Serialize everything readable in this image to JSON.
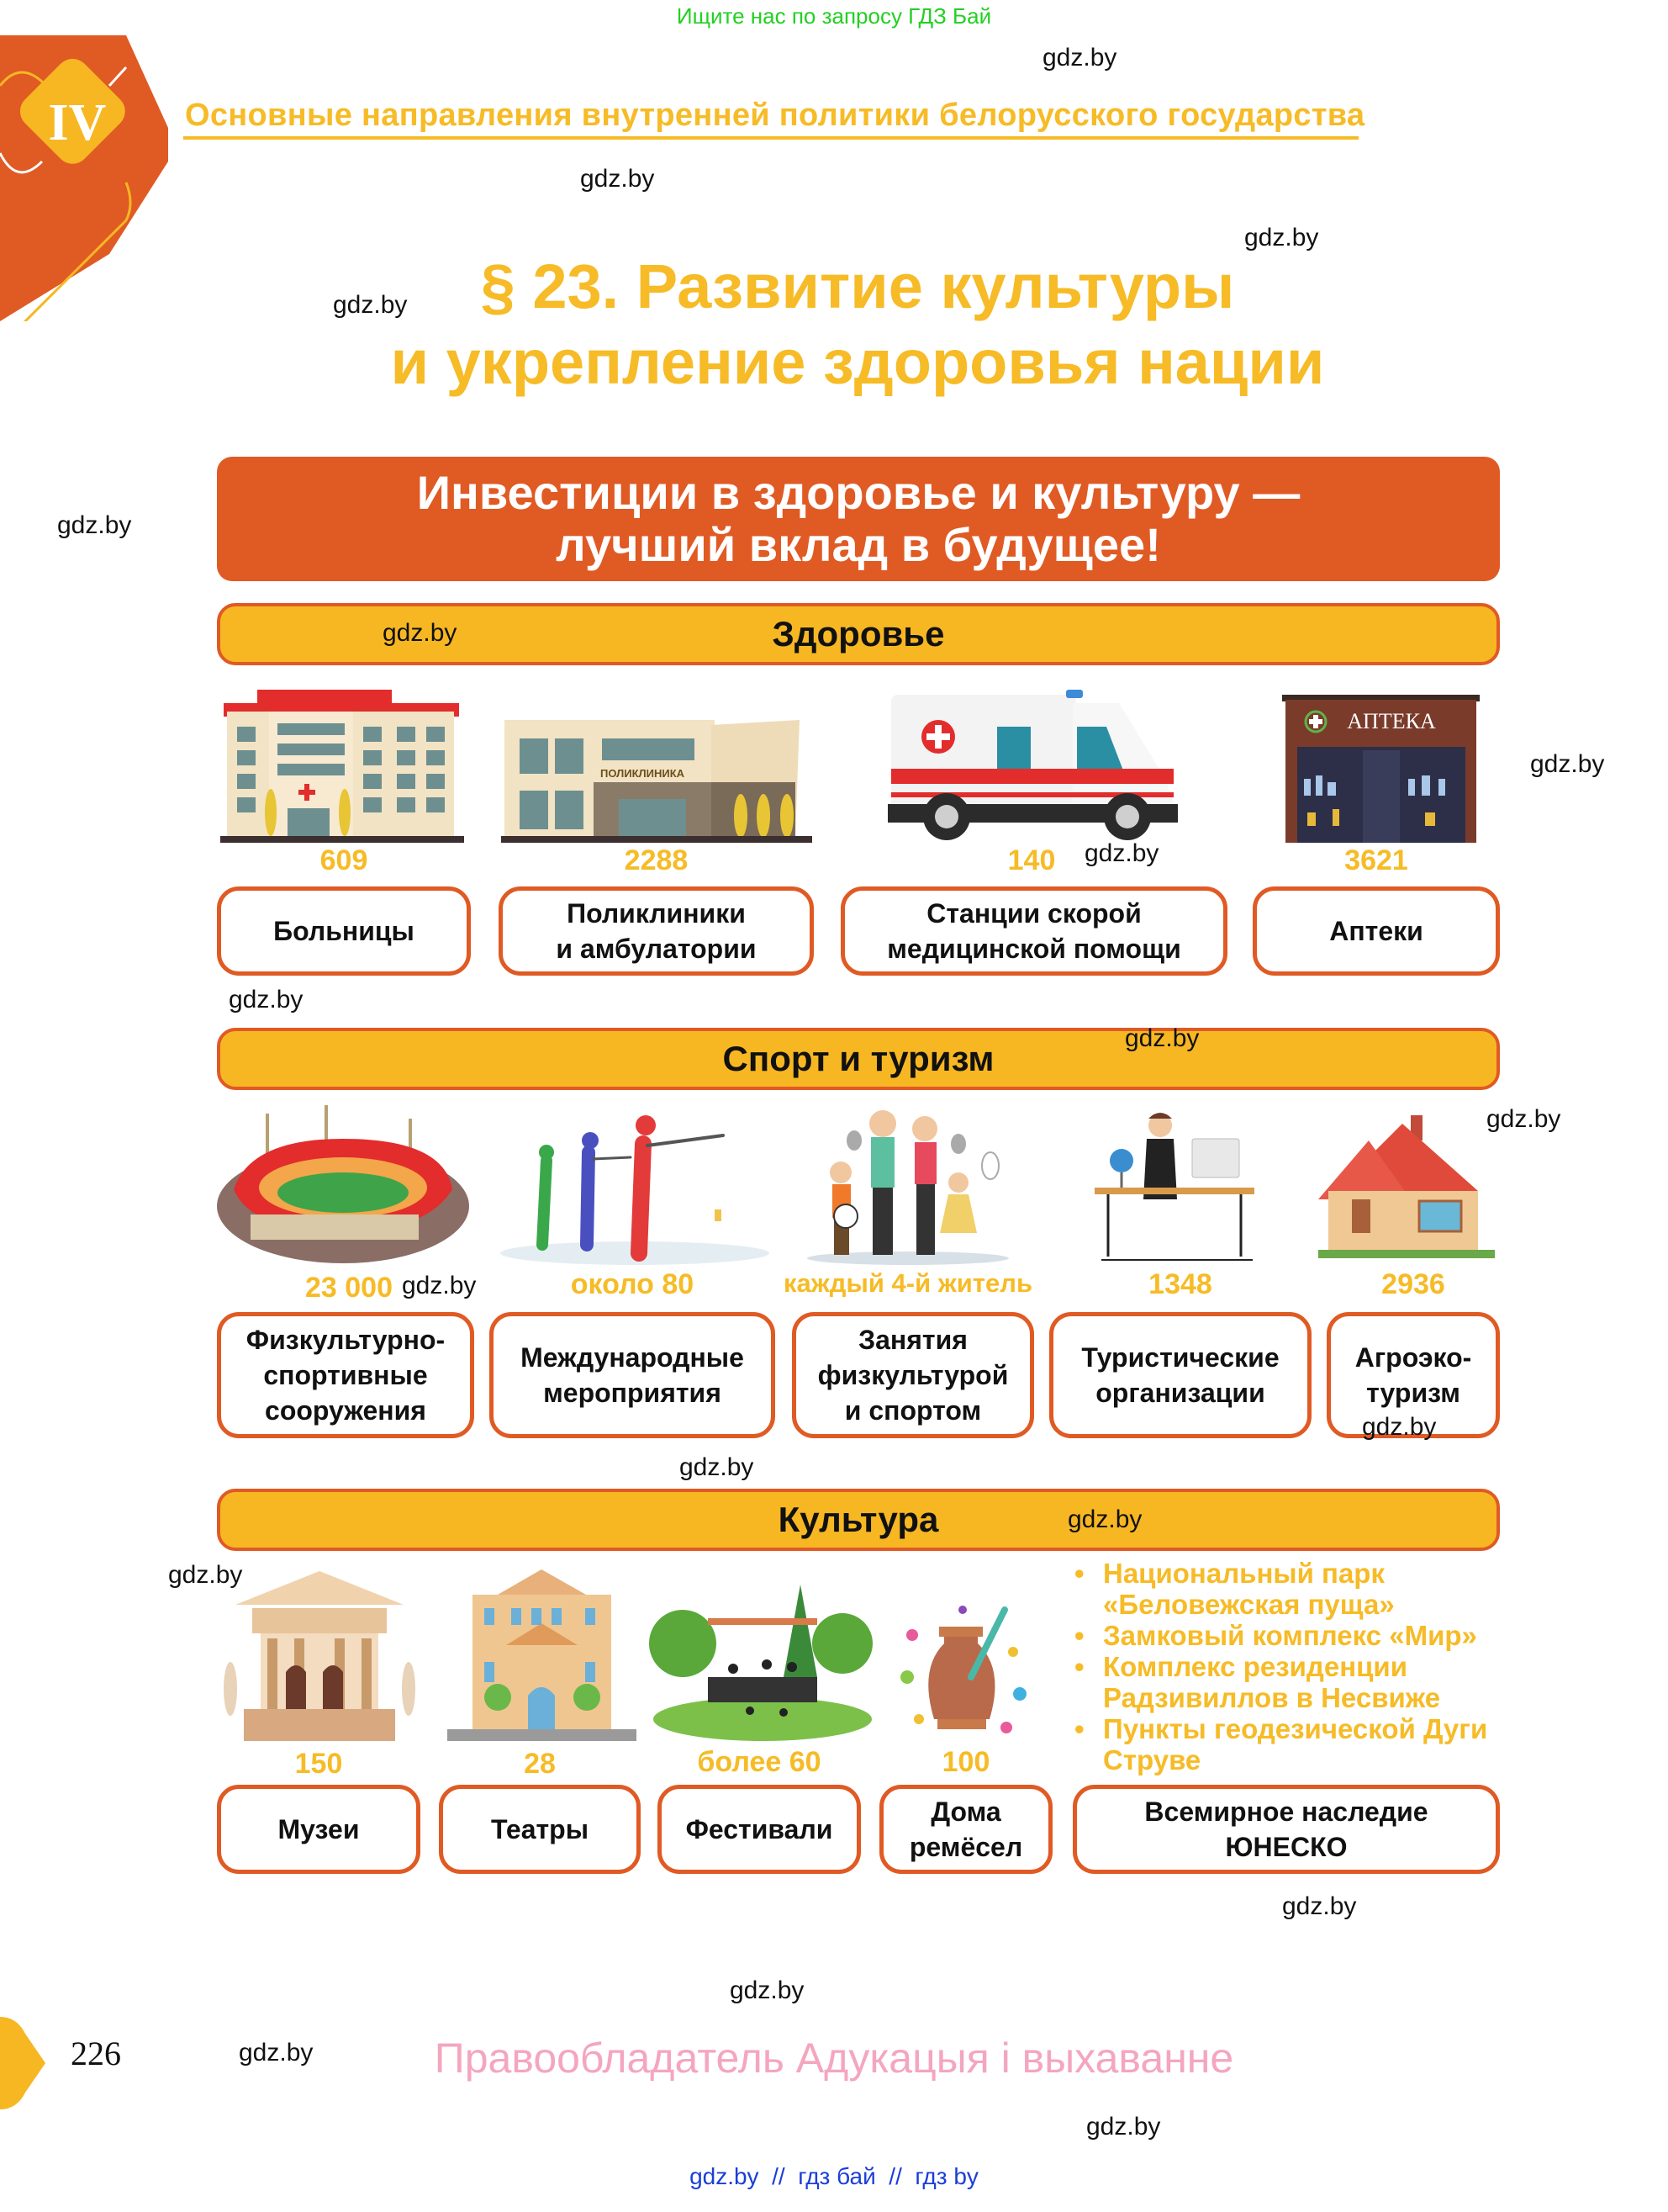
{
  "top_promo": "Ищите нас по запросу ГДЗ Бай",
  "chapter": {
    "numeral": "IV",
    "title": "Основные направления внутренней политики белорусского государства"
  },
  "page_title": {
    "line1": "§ 23. Развитие культуры",
    "line2": "и укрепление здоровья нации"
  },
  "banner": {
    "line1": "Инвестиции в здоровье и культуру —",
    "line2": "лучший вклад в будущее!"
  },
  "sections": {
    "health": {
      "title": "Здоровье",
      "items": [
        {
          "icon": "hospital-icon",
          "value": "609",
          "label1": "Больницы",
          "label2": ""
        },
        {
          "icon": "polyclinic-icon",
          "value": "2288",
          "label1": "Поликлиники",
          "label2": "и амбулатории",
          "sign": "ПОЛИКЛИНИКА"
        },
        {
          "icon": "ambulance-icon",
          "value": "140",
          "label1": "Станции скорой",
          "label2": "медицинской помощи"
        },
        {
          "icon": "pharmacy-icon",
          "value": "3621",
          "label1": "Аптеки",
          "label2": "",
          "sign": "АПТЕКА"
        }
      ]
    },
    "sport": {
      "title": "Спорт и туризм",
      "items": [
        {
          "icon": "stadium-icon",
          "value": "23 000",
          "label1": "Физкультурно-",
          "label2": "спортивные",
          "label3": "сооружения"
        },
        {
          "icon": "biathletes-icon",
          "value": "около 80",
          "label1": "Международные",
          "label2": "мероприятия"
        },
        {
          "icon": "family-sport-icon",
          "value": "каждый 4-й житель",
          "label1": "Занятия",
          "label2": "физкультурой",
          "label3": "и спортом"
        },
        {
          "icon": "travel-agent-icon",
          "value": "1348",
          "label1": "Туристические",
          "label2": "организации"
        },
        {
          "icon": "country-house-icon",
          "value": "2936",
          "label1": "Агроэко-",
          "label2": "туризм"
        }
      ]
    },
    "culture": {
      "title": "Культура",
      "items": [
        {
          "icon": "museum-icon",
          "value": "150",
          "label1": "Музеи"
        },
        {
          "icon": "theatre-icon",
          "value": "28",
          "label1": "Театры"
        },
        {
          "icon": "festival-icon",
          "value": "более 60",
          "label1": "Фестивали"
        },
        {
          "icon": "craft-vase-icon",
          "value": "100",
          "label1": "Дома",
          "label2": "ремёсел"
        },
        {
          "label1": "Всемирное наследие",
          "label2": "ЮНЕСКО"
        }
      ],
      "unesco_list": [
        "Национальный парк «Беловежская пуща»",
        "Замковый комплекс «Мир»",
        "Комплекс резиденции Радзивиллов в Несвиже",
        "Пункты геодезической Дуги Струве"
      ]
    }
  },
  "watermark": "gdz.by",
  "footer": {
    "page_number": "226",
    "copyright": "Правообладатель Адукацыя і выхаванне",
    "links": "gdz.by  //  гдз бай  //  гдз by"
  },
  "colors": {
    "orange": "#e05a24",
    "yellow": "#f7b723",
    "title_yellow": "#f6bb26",
    "promo_green": "#22d022",
    "copyright_pink": "#f4a6bf",
    "link_blue": "#1a3ed8"
  }
}
